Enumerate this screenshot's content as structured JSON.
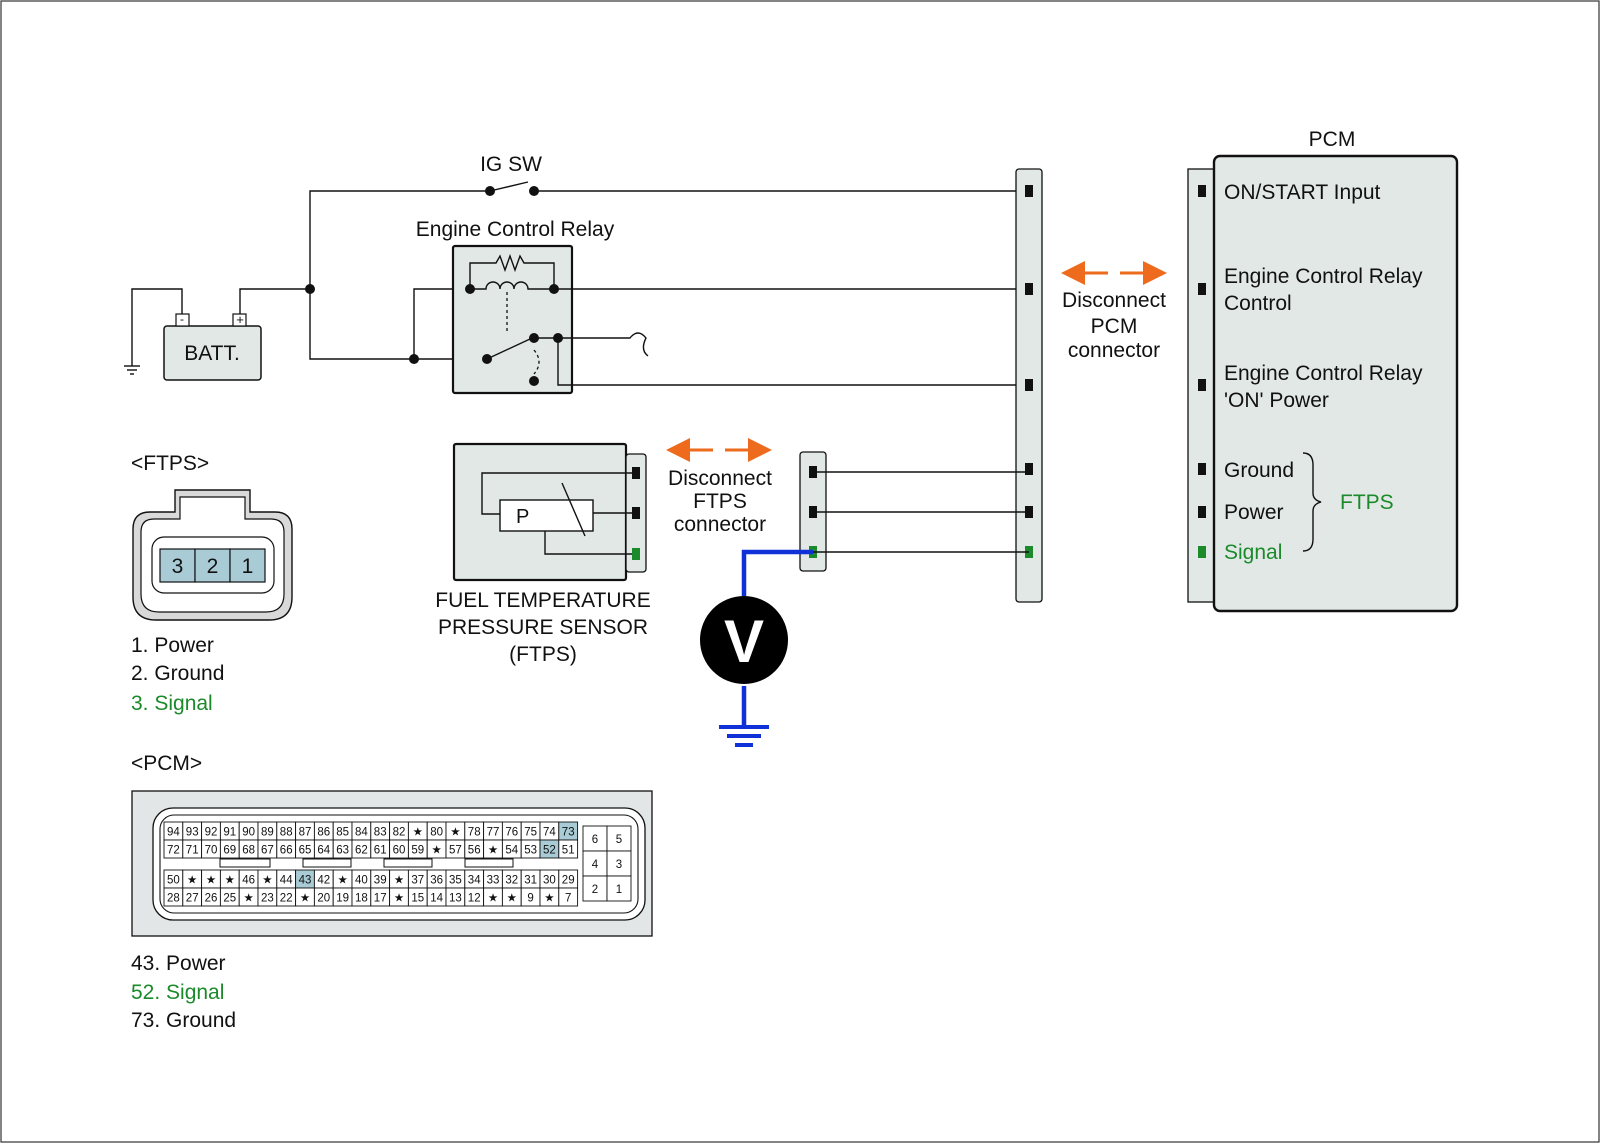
{
  "colors": {
    "background": "#ffffff",
    "box_fill": "#e2e8e6",
    "signal_green": "#1b8a2a",
    "meter_wire_blue": "#1030d8",
    "arrow_orange": "#ee6a1c",
    "highlight_pin": "#a9cbd6",
    "connector_fill": "#a9cbd6"
  },
  "wiring": {
    "ig_sw_label": "IG SW",
    "relay_label": "Engine Control Relay",
    "battery_label": "BATT.",
    "battery_neg": "-",
    "battery_pos": "+",
    "sensor_label": [
      "FUEL TEMPERATURE",
      "PRESSURE SENSOR",
      "(FTPS)"
    ],
    "sensor_symbol": "P",
    "meter_symbol": "V",
    "disconnect_pcm": [
      "Disconnect",
      "PCM",
      "connector"
    ],
    "disconnect_ftps": [
      "Disconnect",
      "FTPS",
      "connector"
    ]
  },
  "pcm": {
    "title": "PCM",
    "pins": [
      {
        "label": [
          "ON/START Input"
        ],
        "signal": false
      },
      {
        "label": [
          "Engine Control Relay",
          "Control"
        ],
        "signal": false
      },
      {
        "label": [
          "Engine Control Relay",
          "'ON' Power"
        ],
        "signal": false
      },
      {
        "label": [
          "Ground"
        ],
        "signal": false
      },
      {
        "label": [
          "Power"
        ],
        "signal": false
      },
      {
        "label": [
          "Signal"
        ],
        "signal": true
      }
    ],
    "group_label": "FTPS"
  },
  "ftps_connector": {
    "title": "<FTPS>",
    "pins": [
      "3",
      "2",
      "1"
    ],
    "legend": [
      {
        "text": "1. Power",
        "signal": false
      },
      {
        "text": "2. Ground",
        "signal": false
      },
      {
        "text": "3. Signal",
        "signal": true
      }
    ]
  },
  "pcm_connector": {
    "title": "<PCM>",
    "rows": [
      [
        "94",
        "93",
        "92",
        "91",
        "90",
        "89",
        "88",
        "87",
        "86",
        "85",
        "84",
        "83",
        "82",
        "★",
        "80",
        "★",
        "78",
        "77",
        "76",
        "75",
        "74",
        "73"
      ],
      [
        "72",
        "71",
        "70",
        "69",
        "68",
        "67",
        "66",
        "65",
        "64",
        "63",
        "62",
        "61",
        "60",
        "59",
        "★",
        "57",
        "56",
        "★",
        "54",
        "53",
        "52",
        "51"
      ],
      [
        "50",
        "★",
        "★",
        "★",
        "46",
        "★",
        "44",
        "43",
        "42",
        "★",
        "40",
        "39",
        "★",
        "37",
        "36",
        "35",
        "34",
        "33",
        "32",
        "31",
        "30",
        "29"
      ],
      [
        "28",
        "27",
        "26",
        "25",
        "★",
        "23",
        "22",
        "★",
        "20",
        "19",
        "18",
        "17",
        "★",
        "15",
        "14",
        "13",
        "12",
        "★",
        "★",
        "9",
        "★",
        "7"
      ]
    ],
    "highlighted": [
      "73",
      "52",
      "43"
    ],
    "small_block": [
      [
        "6",
        "5"
      ],
      [
        "4",
        "3"
      ],
      [
        "2",
        "1"
      ]
    ],
    "legend": [
      {
        "text": "43. Power",
        "signal": false
      },
      {
        "text": "52. Signal",
        "signal": true
      },
      {
        "text": "73. Ground",
        "signal": false
      }
    ]
  }
}
